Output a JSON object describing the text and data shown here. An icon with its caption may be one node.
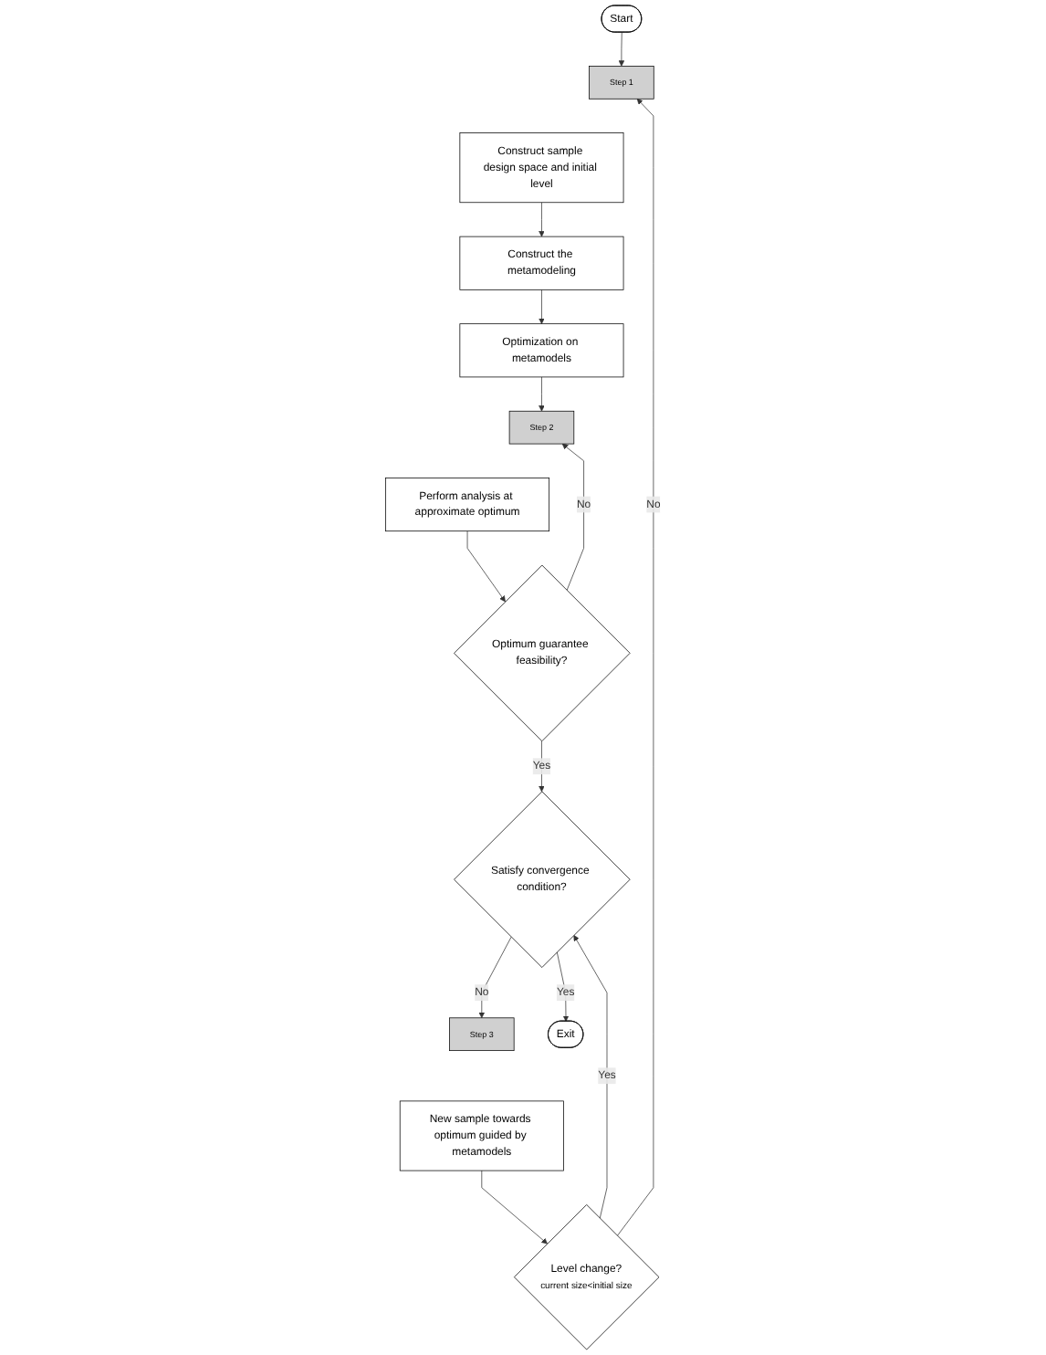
{
  "diagram": {
    "nodes": [
      {
        "text": [
          "Start"
        ]
      },
      {
        "text": [
          "Step 1"
        ]
      },
      {
        "text": [
          "Construct sample design space and initial level"
        ]
      },
      {
        "text": [
          "Construct the metamodeling"
        ]
      },
      {
        "text": [
          "Optimization on metamodels"
        ]
      },
      {
        "text": [
          "Step 2"
        ]
      },
      {
        "text": [
          "Perform analysis at approximate optimum"
        ]
      },
      {
        "text": [
          "Optimum guarantee feasibility?"
        ]
      },
      {
        "text": [
          "Satisfy convergence condition?"
        ]
      },
      {
        "text": [
          "Exit"
        ]
      },
      {
        "text": [
          "Step 3"
        ]
      },
      {
        "text": [
          "New sample towards optimum guided by metamodels"
        ]
      },
      {
        "text": [
          "Level change?",
          "current size<initial size"
        ]
      }
    ],
    "edges": [
      {
        "from": 0,
        "to": 1,
        "arrow": "to"
      },
      {
        "from": 2,
        "to": 3,
        "arrow": "to"
      },
      {
        "from": 3,
        "to": 4,
        "arrow": "to"
      },
      {
        "from": 4,
        "to": 5,
        "arrow": "to"
      },
      {
        "from": 6,
        "to": 7,
        "arrow": "to"
      },
      {
        "from": 7,
        "to": 5,
        "label": "No",
        "arrow": "to"
      },
      {
        "from": 7,
        "to": 8,
        "label": "Yes",
        "arrow": "to"
      },
      {
        "from": 8,
        "to": 10,
        "label": "No",
        "arrow": "to"
      },
      {
        "from": 8,
        "to": 9,
        "label": "Yes",
        "arrow": "to"
      },
      {
        "from": 11,
        "to": 12,
        "arrow": "to"
      },
      {
        "from": 12,
        "to": 1,
        "label": "No",
        "arrow": "to"
      },
      {
        "from": 12,
        "to": 8,
        "label": "Yes",
        "arrow": "to"
      }
    ]
  }
}
